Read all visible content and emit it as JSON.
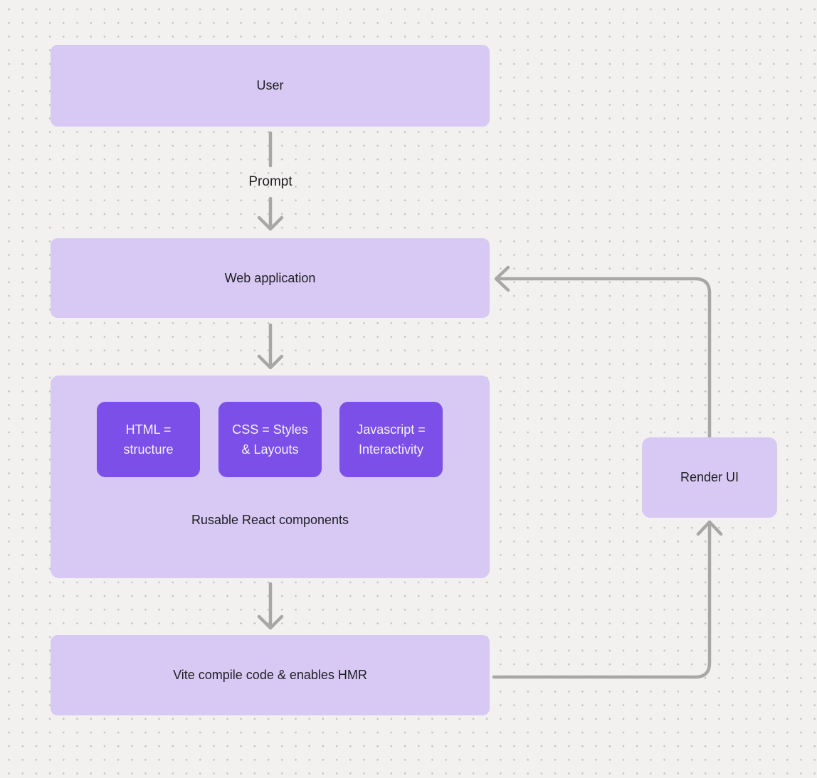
{
  "palette": {
    "background": "#f2f1ef",
    "grid_dot": "#c4c2c0",
    "node_light_fill": "#d7c9f4",
    "node_accent_fill": "#7b4fe8",
    "connector": "#a9a7a5",
    "text_dark": "#1e1e23",
    "text_light": "#f5f2fd"
  },
  "nodes": {
    "user": {
      "label": "User"
    },
    "web_application": {
      "label": "Web application"
    },
    "components_group": {
      "label": "Rusable React components"
    },
    "html": {
      "label": "HTML = structure"
    },
    "css": {
      "label": "CSS = Styles & Layouts"
    },
    "javascript": {
      "label": "Javascript = Interactivity"
    },
    "vite": {
      "label": "Vite compile code & enables HMR"
    },
    "render_ui": {
      "label": "Render UI"
    }
  },
  "edges": [
    {
      "from": "user",
      "to": "web_application",
      "label": "Prompt"
    },
    {
      "from": "web_application",
      "to": "components_group",
      "label": ""
    },
    {
      "from": "components_group",
      "to": "vite",
      "label": ""
    },
    {
      "from": "vite",
      "to": "render_ui",
      "label": ""
    },
    {
      "from": "render_ui",
      "to": "web_application",
      "label": ""
    }
  ]
}
